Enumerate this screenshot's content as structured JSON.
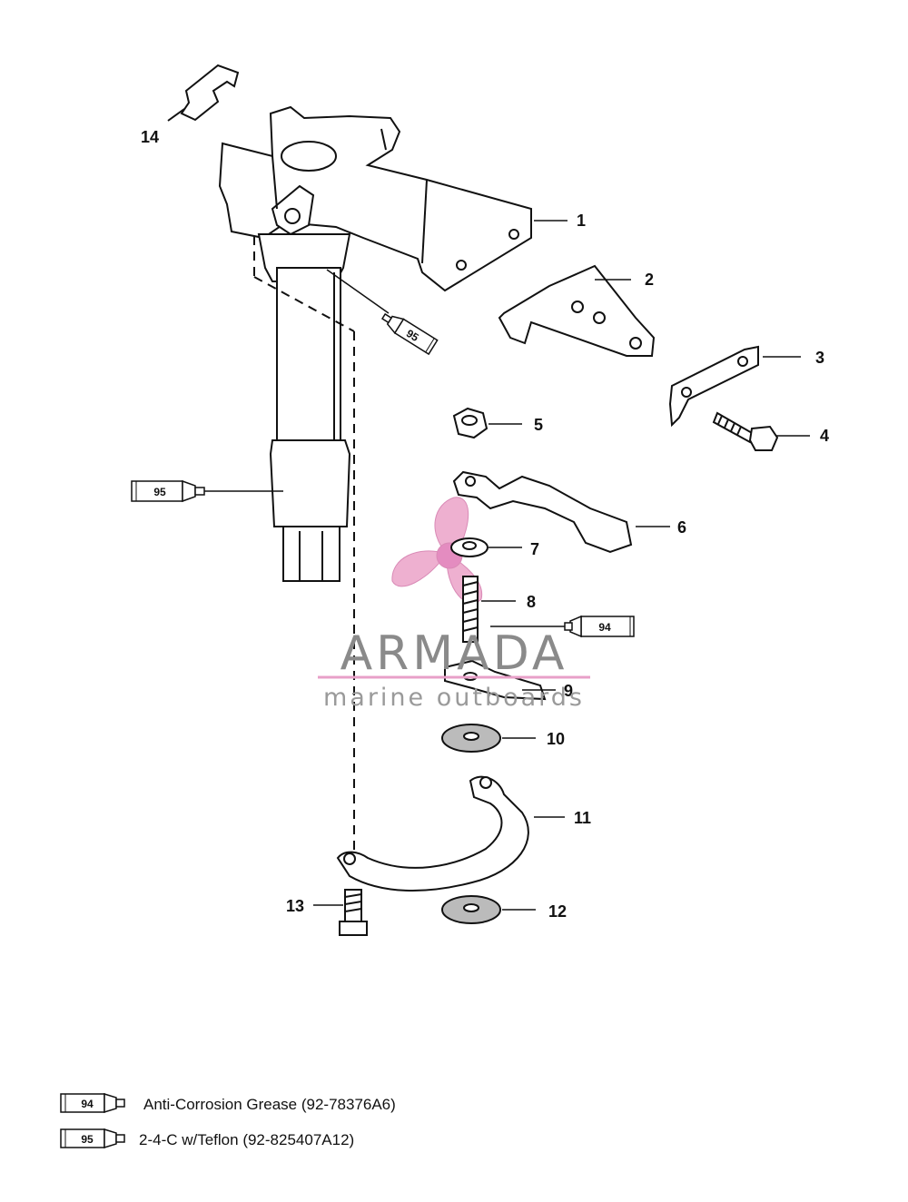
{
  "callouts": [
    "1",
    "2",
    "3",
    "4",
    "5",
    "6",
    "7",
    "8",
    "9",
    "10",
    "11",
    "12",
    "13",
    "14"
  ],
  "tubes": {
    "grease_94": "94",
    "teflon_95": "95"
  },
  "watermark": {
    "brand": "ARMADA",
    "tagline": "marine outboards"
  },
  "legend": [
    {
      "code": "94",
      "text": "Anti-Corrosion Grease (92-78376A6)"
    },
    {
      "code": "95",
      "text": "2-4-C w/Teflon (92-825407A12)"
    }
  ],
  "colors": {
    "line": "#111111",
    "watermark_pink": "#e8a0c8",
    "watermark_gray": "#8a8a8a"
  }
}
